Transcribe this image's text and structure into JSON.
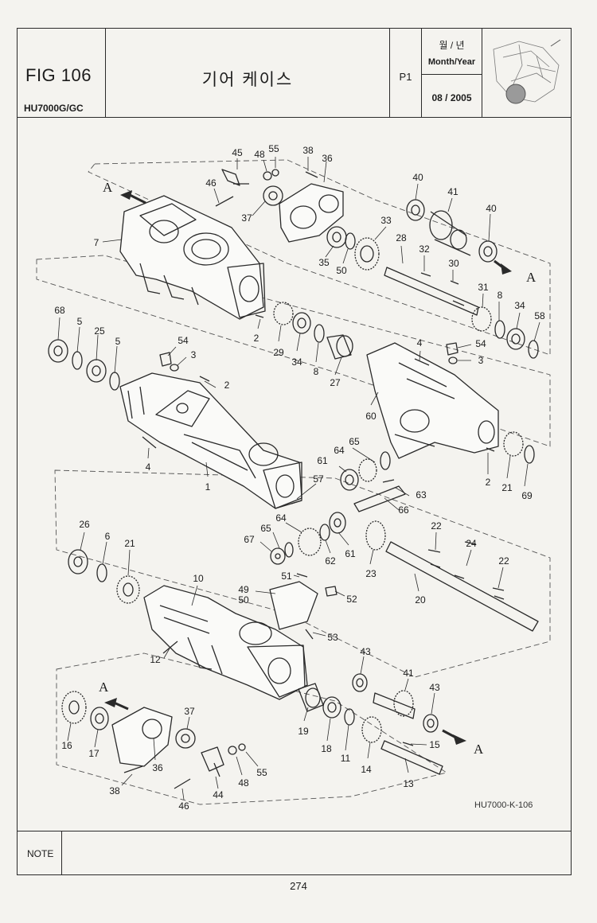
{
  "header": {
    "fig_number": "FIG 106",
    "model": "HU7000G/GC",
    "title": "기어 케이스",
    "page": "P1",
    "date_label_kr": "월 / 년",
    "date_label_en": "Month/Year",
    "date_value": "08 / 2005"
  },
  "diagram": {
    "reference_code": "HU7000-K-106",
    "arrow_labels": [
      "A",
      "A",
      "A",
      "A"
    ],
    "callouts": [
      {
        "id": "45"
      },
      {
        "id": "48"
      },
      {
        "id": "55"
      },
      {
        "id": "38"
      },
      {
        "id": "36"
      },
      {
        "id": "46"
      },
      {
        "id": "37"
      },
      {
        "id": "40"
      },
      {
        "id": "41"
      },
      {
        "id": "40"
      },
      {
        "id": "7"
      },
      {
        "id": "33"
      },
      {
        "id": "28"
      },
      {
        "id": "35"
      },
      {
        "id": "50"
      },
      {
        "id": "32"
      },
      {
        "id": "30"
      },
      {
        "id": "31"
      },
      {
        "id": "8"
      },
      {
        "id": "34"
      },
      {
        "id": "58"
      },
      {
        "id": "68"
      },
      {
        "id": "5"
      },
      {
        "id": "25"
      },
      {
        "id": "5"
      },
      {
        "id": "2"
      },
      {
        "id": "29"
      },
      {
        "id": "34"
      },
      {
        "id": "8"
      },
      {
        "id": "27"
      },
      {
        "id": "54"
      },
      {
        "id": "3"
      },
      {
        "id": "2"
      },
      {
        "id": "4"
      },
      {
        "id": "54"
      },
      {
        "id": "3"
      },
      {
        "id": "60"
      },
      {
        "id": "4"
      },
      {
        "id": "1"
      },
      {
        "id": "65"
      },
      {
        "id": "64"
      },
      {
        "id": "61"
      },
      {
        "id": "57"
      },
      {
        "id": "63"
      },
      {
        "id": "66"
      },
      {
        "id": "2"
      },
      {
        "id": "21"
      },
      {
        "id": "69"
      },
      {
        "id": "26"
      },
      {
        "id": "6"
      },
      {
        "id": "21"
      },
      {
        "id": "65"
      },
      {
        "id": "64"
      },
      {
        "id": "67"
      },
      {
        "id": "62"
      },
      {
        "id": "61"
      },
      {
        "id": "23"
      },
      {
        "id": "22"
      },
      {
        "id": "24"
      },
      {
        "id": "22"
      },
      {
        "id": "20"
      },
      {
        "id": "10"
      },
      {
        "id": "51"
      },
      {
        "id": "49"
      },
      {
        "id": "50"
      },
      {
        "id": "52"
      },
      {
        "id": "53"
      },
      {
        "id": "12"
      },
      {
        "id": "43"
      },
      {
        "id": "41"
      },
      {
        "id": "43"
      },
      {
        "id": "19"
      },
      {
        "id": "18"
      },
      {
        "id": "11"
      },
      {
        "id": "14"
      },
      {
        "id": "15"
      },
      {
        "id": "13"
      },
      {
        "id": "16"
      },
      {
        "id": "17"
      },
      {
        "id": "37"
      },
      {
        "id": "36"
      },
      {
        "id": "38"
      },
      {
        "id": "46"
      },
      {
        "id": "44"
      },
      {
        "id": "48"
      },
      {
        "id": "55"
      }
    ]
  },
  "note": {
    "label": "NOTE"
  },
  "footer": {
    "page_number": "274"
  }
}
